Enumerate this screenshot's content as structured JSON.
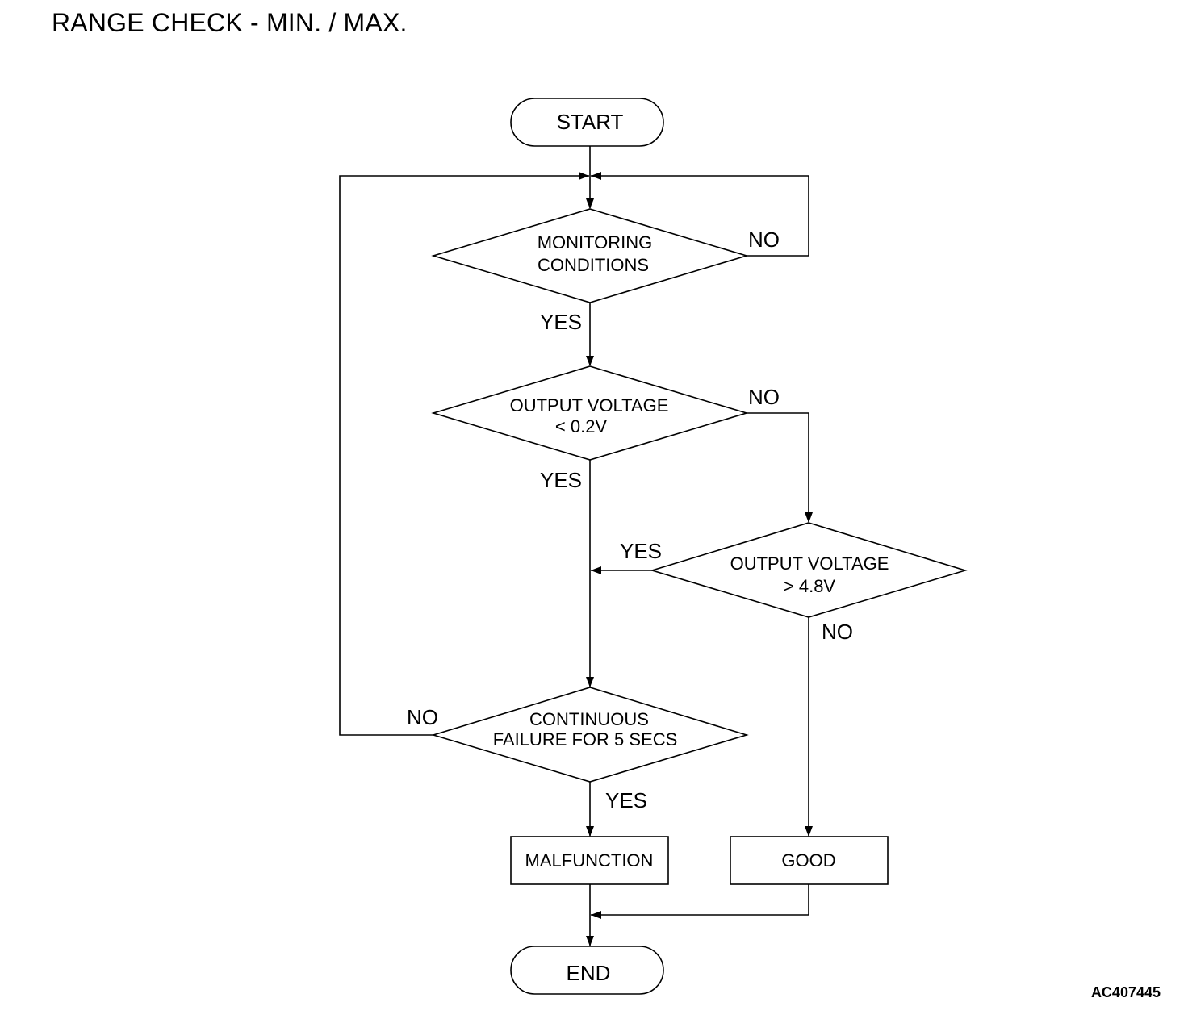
{
  "title": "RANGE CHECK - MIN. / MAX.",
  "figure_code": "AC407445",
  "nodes": {
    "start": "START",
    "monitoring": [
      "MONITORING",
      "CONDITIONS"
    ],
    "low_voltage": [
      "OUTPUT VOLTAGE",
      "< 0.2V"
    ],
    "high_voltage": [
      "OUTPUT VOLTAGE",
      "> 4.8V"
    ],
    "continuous": [
      "CONTINUOUS",
      "FAILURE FOR 5 SECS"
    ],
    "malfunction": "MALFUNCTION",
    "good": "GOOD",
    "end": "END"
  },
  "edges": {
    "monitoring_no": "NO",
    "monitoring_yes": "YES",
    "low_no": "NO",
    "low_yes": "YES",
    "high_yes": "YES",
    "high_no": "NO",
    "continuous_no": "NO",
    "continuous_yes": "YES"
  }
}
